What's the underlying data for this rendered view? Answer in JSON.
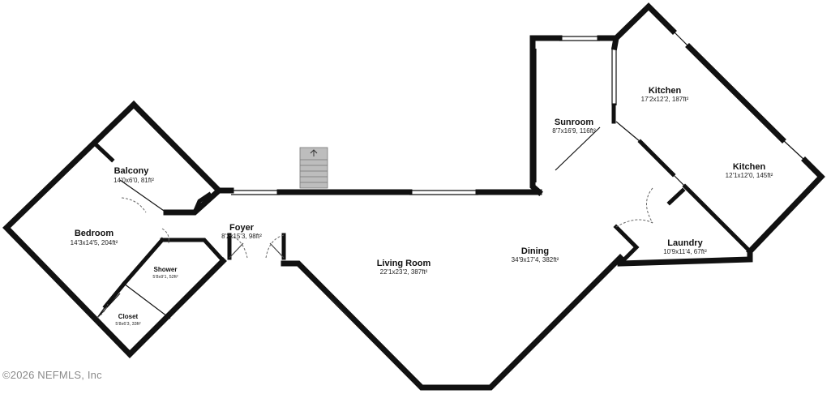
{
  "rooms": {
    "balcony": {
      "name": "Balcony",
      "dims": "14'0x6'0, 81ft²"
    },
    "bedroom": {
      "name": "Bedroom",
      "dims": "14'3x14'5, 204ft²"
    },
    "shower": {
      "name": "Shower",
      "dims": "5'8x9'1, 52ft²"
    },
    "closet": {
      "name": "Closet",
      "dims": "5'8x6'3, 33ft²"
    },
    "foyer": {
      "name": "Foyer",
      "dims": "8'2x15'3, 98ft²"
    },
    "living_room": {
      "name": "Living Room",
      "dims": "22'1x23'2, 387ft²"
    },
    "dining": {
      "name": "Dining",
      "dims": "34'9x17'4, 382ft²"
    },
    "sunroom": {
      "name": "Sunroom",
      "dims": "8'7x16'9, 116ft²"
    },
    "kitchen_1": {
      "name": "Kitchen",
      "dims": "17'2x12'2, 187ft²"
    },
    "kitchen_2": {
      "name": "Kitchen",
      "dims": "12'1x12'0, 145ft²"
    },
    "laundry": {
      "name": "Laundry",
      "dims": "10'9x11'4, 67ft²"
    }
  },
  "stairs": {
    "icon": "up-arrow-icon"
  },
  "footer": {
    "copyright": "©2026 NEFMLS, Inc"
  }
}
